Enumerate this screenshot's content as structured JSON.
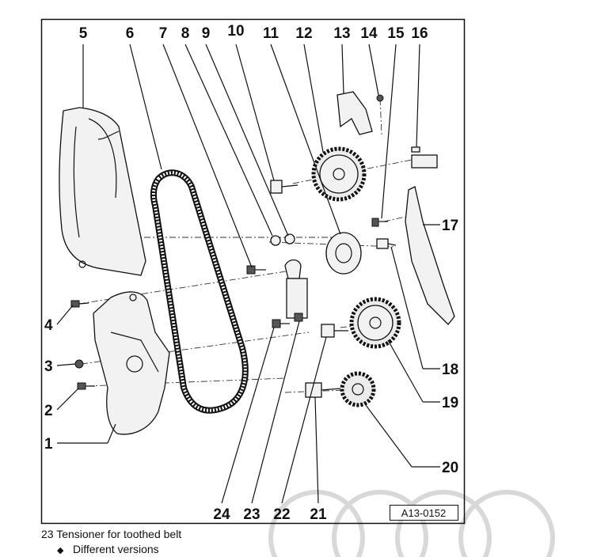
{
  "figure": {
    "reference": "A13-0152",
    "callouts": [
      "1",
      "2",
      "3",
      "4",
      "5",
      "6",
      "7",
      "8",
      "9",
      "10",
      "11",
      "12",
      "13",
      "14",
      "15",
      "16",
      "17",
      "18",
      "19",
      "20",
      "21",
      "22",
      "23",
      "24"
    ]
  },
  "legend": {
    "item_text": "23 Tensioner for toothed belt",
    "bullet_symbol": "◆",
    "bullet_text": "Different versions"
  }
}
